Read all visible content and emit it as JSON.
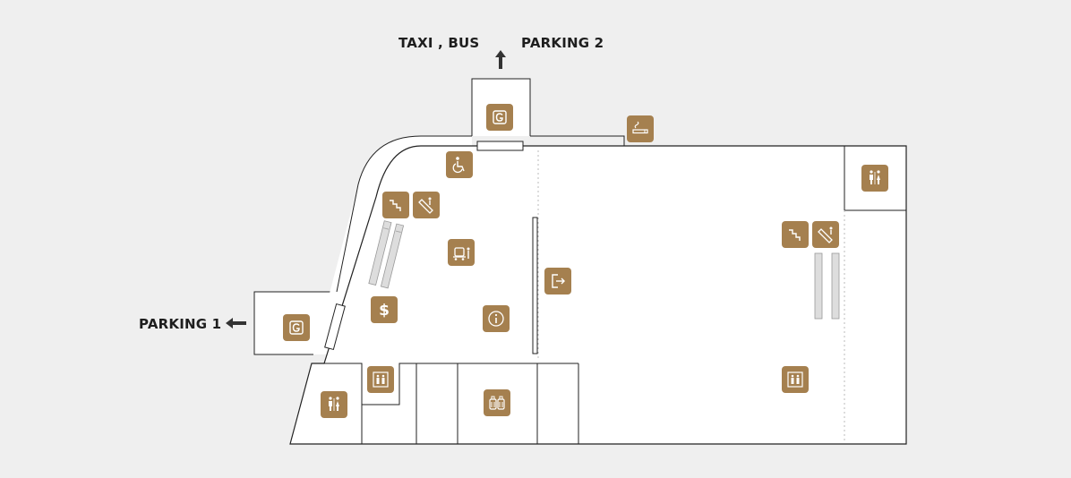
{
  "labels": {
    "taxi_bus": "TAXI , BUS",
    "parking_2": "PARKING 2",
    "parking_1": "PARKING 1"
  },
  "colors": {
    "background": "#efefef",
    "floor": "#ffffff",
    "wall": "#222222",
    "icon_fill": "#a5804f",
    "icon_glyph": "#ffffff"
  },
  "icons": [
    "gate-g-icon",
    "smoking-area-icon",
    "wheelchair-icon",
    "stairs-icon",
    "escalator-icon",
    "baggage-cart-icon",
    "emergency-exit-icon",
    "currency-exchange-icon",
    "information-icon",
    "restroom-icon",
    "elevator-icon",
    "lockers-icon",
    "arrow-up-icon",
    "arrow-left-icon"
  ]
}
